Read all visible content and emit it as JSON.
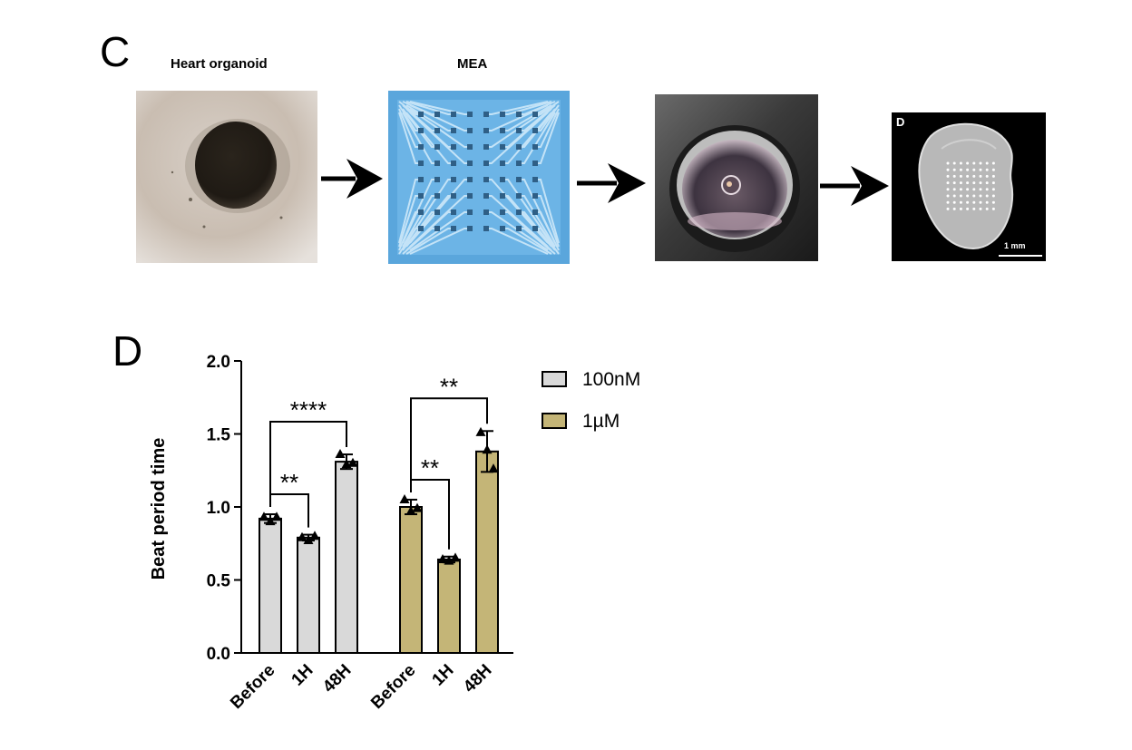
{
  "panel_c": {
    "letter": "C",
    "caption_organoid": "Heart organoid",
    "caption_mea": "MEA",
    "inset_letter": "D",
    "scale_label": "1 mm"
  },
  "panel_d": {
    "letter": "D"
  },
  "colors": {
    "bar_100nM": "#d9d9d9",
    "bar_1uM": "#c4b577",
    "mea_blue": "#5aa6dc",
    "arrow": "#000000"
  },
  "chart_data": {
    "type": "bar",
    "ylabel": "Beat period time",
    "ylim": [
      0,
      2.0
    ],
    "yticks": [
      "0.0",
      "0.5",
      "1.0",
      "1.5",
      "2.0"
    ],
    "categories": [
      "Before",
      "1H",
      "48H"
    ],
    "series": [
      {
        "name": "100nM",
        "values": [
          0.92,
          0.79,
          1.31
        ],
        "errors": [
          0.03,
          0.02,
          0.05
        ],
        "points": [
          [
            0.93,
            0.9,
            0.93
          ],
          [
            0.79,
            0.77,
            0.8
          ],
          [
            1.36,
            1.29,
            1.3
          ]
        ]
      },
      {
        "name": "1µM",
        "values": [
          1.0,
          0.64,
          1.38
        ],
        "errors": [
          0.05,
          0.02,
          0.14
        ],
        "points": [
          [
            1.05,
            0.97,
            0.99
          ],
          [
            0.64,
            0.63,
            0.65
          ],
          [
            1.51,
            1.39,
            1.26
          ]
        ]
      }
    ],
    "significance": [
      {
        "series": 0,
        "from": 0,
        "to": 1,
        "label": "**"
      },
      {
        "series": 0,
        "from": 0,
        "to": 2,
        "label": "****"
      },
      {
        "series": 1,
        "from": 0,
        "to": 1,
        "label": "**"
      },
      {
        "series": 1,
        "from": 0,
        "to": 2,
        "label": "**"
      }
    ],
    "legend_position": "top-right"
  }
}
